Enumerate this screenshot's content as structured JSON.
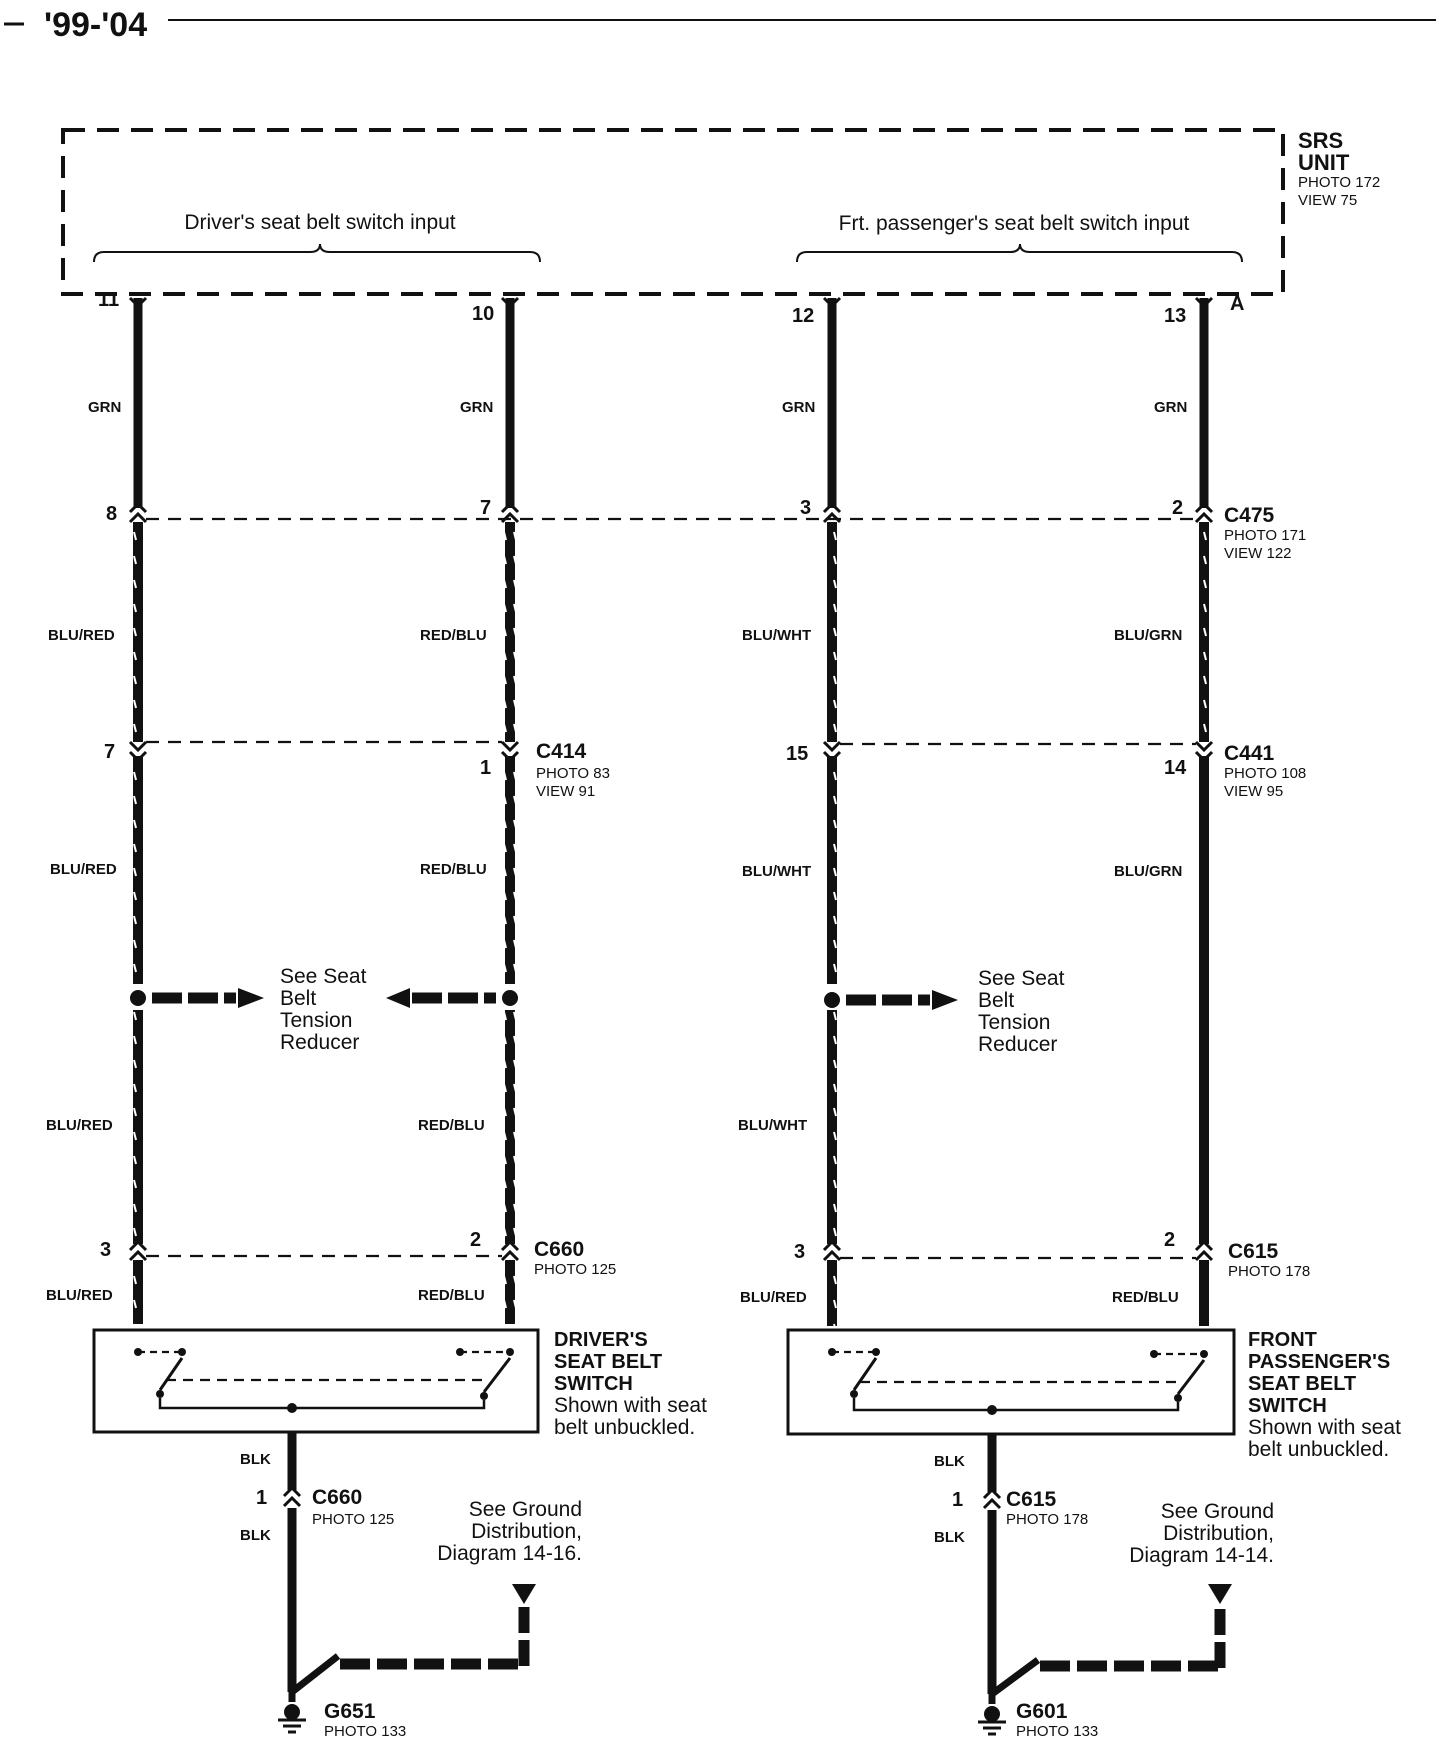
{
  "header": {
    "year_range": "'99-'04"
  },
  "srs_unit": {
    "name_line1": "SRS",
    "name_line2": "UNIT",
    "photo": "PHOTO 172",
    "view": "VIEW 75",
    "driver_input": "Driver's seat belt switch input",
    "passenger_input": "Frt. passenger's seat belt switch input",
    "terminal_letter": "A"
  },
  "pins": {
    "srs": [
      "11",
      "10",
      "12",
      "13"
    ],
    "c475": [
      "8",
      "7",
      "3",
      "2"
    ],
    "c414": [
      "7",
      "1"
    ],
    "c441": [
      "15",
      "14"
    ],
    "c660": [
      "3",
      "2"
    ],
    "c615": [
      "3",
      "2"
    ],
    "c660_ground": "1",
    "c615_ground": "1"
  },
  "wires": {
    "grn": "GRN",
    "blu_red": "BLU/RED",
    "red_blu": "RED/BLU",
    "blu_wht": "BLU/WHT",
    "blu_grn": "BLU/GRN",
    "blk": "BLK"
  },
  "connectors": {
    "c475": {
      "name": "C475",
      "photo": "PHOTO 171",
      "view": "VIEW 122"
    },
    "c414": {
      "name": "C414",
      "photo": "PHOTO 83",
      "view": "VIEW 91"
    },
    "c441": {
      "name": "C441",
      "photo": "PHOTO 108",
      "view": "VIEW 95"
    },
    "c660": {
      "name": "C660",
      "photo": "PHOTO 125"
    },
    "c615": {
      "name": "C615",
      "photo": "PHOTO 178"
    },
    "c660_ground": {
      "name": "C660",
      "photo": "PHOTO 125"
    },
    "c615_ground": {
      "name": "C615",
      "photo": "PHOTO 178"
    },
    "g651": {
      "name": "G651",
      "photo": "PHOTO 133"
    },
    "g601": {
      "name": "G601",
      "photo": "PHOTO 133"
    }
  },
  "notes": {
    "tension_reducer": [
      "See Seat",
      "Belt",
      "Tension",
      "Reducer"
    ],
    "ground_driver": [
      "See Ground",
      "Distribution,",
      "Diagram 14-16."
    ],
    "ground_passenger": [
      "See Ground",
      "Distribution,",
      "Diagram 14-14."
    ]
  },
  "switches": {
    "driver": [
      "DRIVER'S",
      "SEAT BELT",
      "SWITCH",
      "Shown with seat",
      "belt unbuckled."
    ],
    "passenger": [
      "FRONT",
      "PASSENGER'S",
      "SEAT BELT",
      "SWITCH",
      "Shown with seat",
      "belt unbuckled."
    ]
  }
}
